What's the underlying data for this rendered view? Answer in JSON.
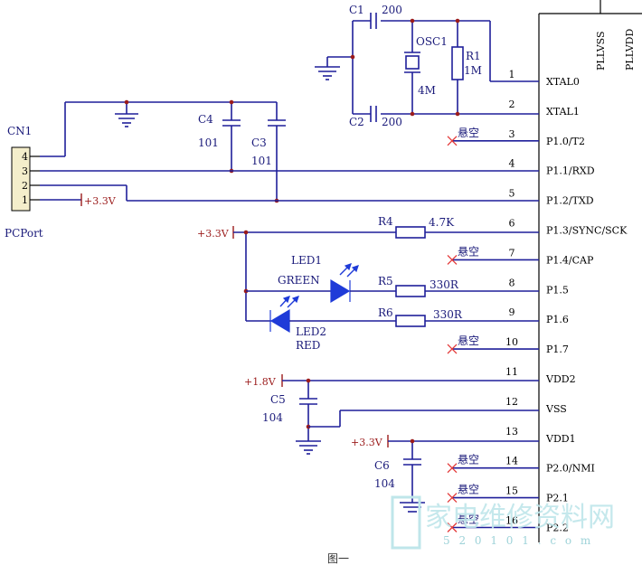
{
  "connector": {
    "ref": "CN1",
    "name": "PCPort",
    "pins": [
      "4",
      "3",
      "2",
      "1"
    ]
  },
  "components": {
    "c1": {
      "ref": "C1",
      "value": "200"
    },
    "c2": {
      "ref": "C2",
      "value": "200"
    },
    "osc": {
      "ref": "OSC1",
      "value": "4M"
    },
    "r1": {
      "ref": "R1",
      "value": "1M"
    },
    "c4": {
      "ref": "C4",
      "value": "101"
    },
    "c3": {
      "ref": "C3",
      "value": "101"
    },
    "r4": {
      "ref": "R4",
      "value": "4.7K"
    },
    "led1": {
      "ref": "LED1",
      "color": "GREEN"
    },
    "led2": {
      "ref": "LED2",
      "color": "RED"
    },
    "r5": {
      "ref": "R5",
      "value": "330R"
    },
    "r6": {
      "ref": "R6",
      "value": "330R"
    },
    "c5": {
      "ref": "C5",
      "value": "104"
    },
    "c6": {
      "ref": "C6",
      "value": "104"
    }
  },
  "power": {
    "v33": "+3.3V",
    "v18": "+1.8V"
  },
  "nc_label": "悬空",
  "ic": {
    "top_pins": [
      "PLLVSS",
      "PLLVDD"
    ],
    "pins": [
      {
        "num": "1",
        "name": "XTAL0"
      },
      {
        "num": "2",
        "name": "XTAL1"
      },
      {
        "num": "3",
        "name": "P1.0/T2"
      },
      {
        "num": "4",
        "name": "P1.1/RXD"
      },
      {
        "num": "5",
        "name": "P1.2/TXD"
      },
      {
        "num": "6",
        "name": "P1.3/SYNC/SCK"
      },
      {
        "num": "7",
        "name": "P1.4/CAP"
      },
      {
        "num": "8",
        "name": "P1.5"
      },
      {
        "num": "9",
        "name": "P1.6"
      },
      {
        "num": "10",
        "name": "P1.7"
      },
      {
        "num": "11",
        "name": "VDD2"
      },
      {
        "num": "12",
        "name": "VSS"
      },
      {
        "num": "13",
        "name": "VDD1"
      },
      {
        "num": "14",
        "name": "P2.0/NMI"
      },
      {
        "num": "15",
        "name": "P2.1"
      },
      {
        "num": "16",
        "name": "P2.2"
      }
    ]
  },
  "caption": "图一",
  "watermark": {
    "text": "家电维修资料网",
    "url": "5 2 0 1 0 1 . c o m"
  }
}
